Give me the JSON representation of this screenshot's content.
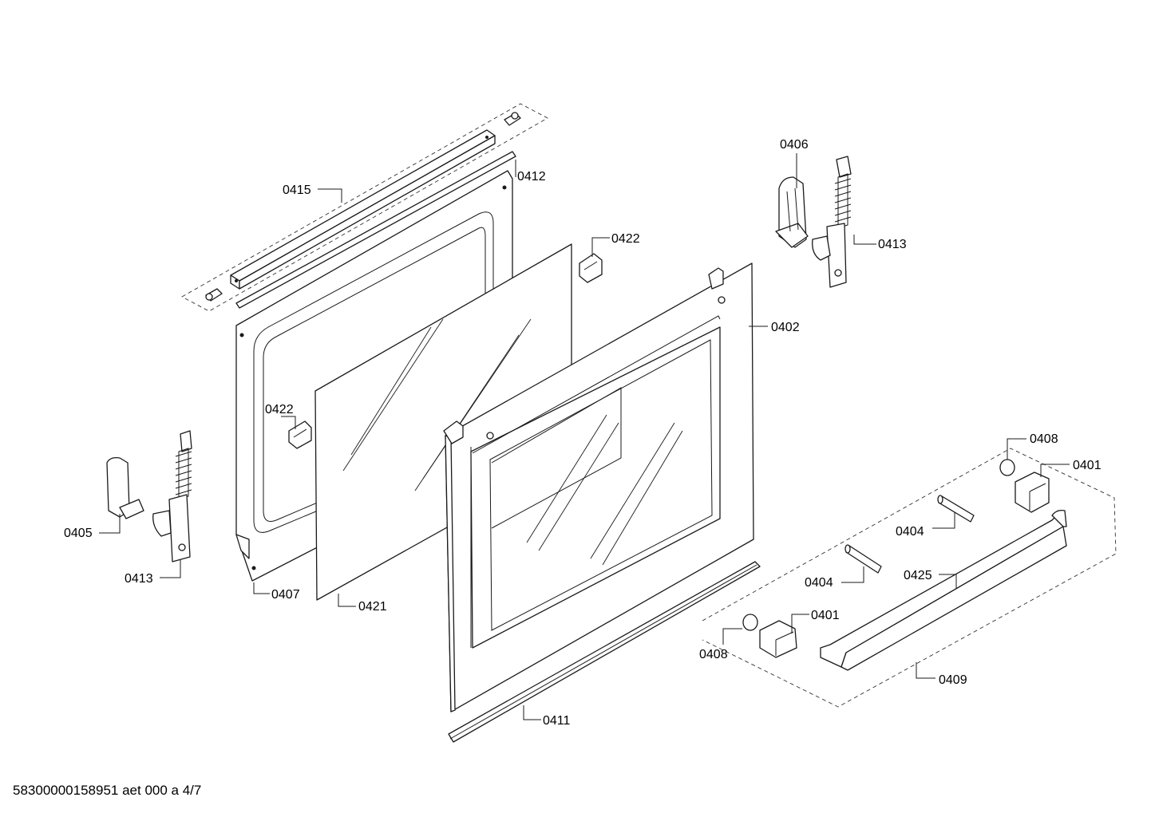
{
  "callouts": {
    "c0415": "0415",
    "c0412": "0412",
    "c0406": "0406",
    "c0413_right": "0413",
    "c0422_top": "0422",
    "c0402": "0402",
    "c0422_left": "0422",
    "c0408_right": "0408",
    "c0401_right": "0401",
    "c0405": "0405",
    "c0404_upper": "0404",
    "c0413_left": "0413",
    "c0425": "0425",
    "c0404_lower": "0404",
    "c0407": "0407",
    "c0421": "0421",
    "c0401_lower": "0401",
    "c0408_lower": "0408",
    "c0409": "0409",
    "c0411": "0411"
  },
  "footer": {
    "code": "58300000158951 aet 000 a 4/7"
  }
}
